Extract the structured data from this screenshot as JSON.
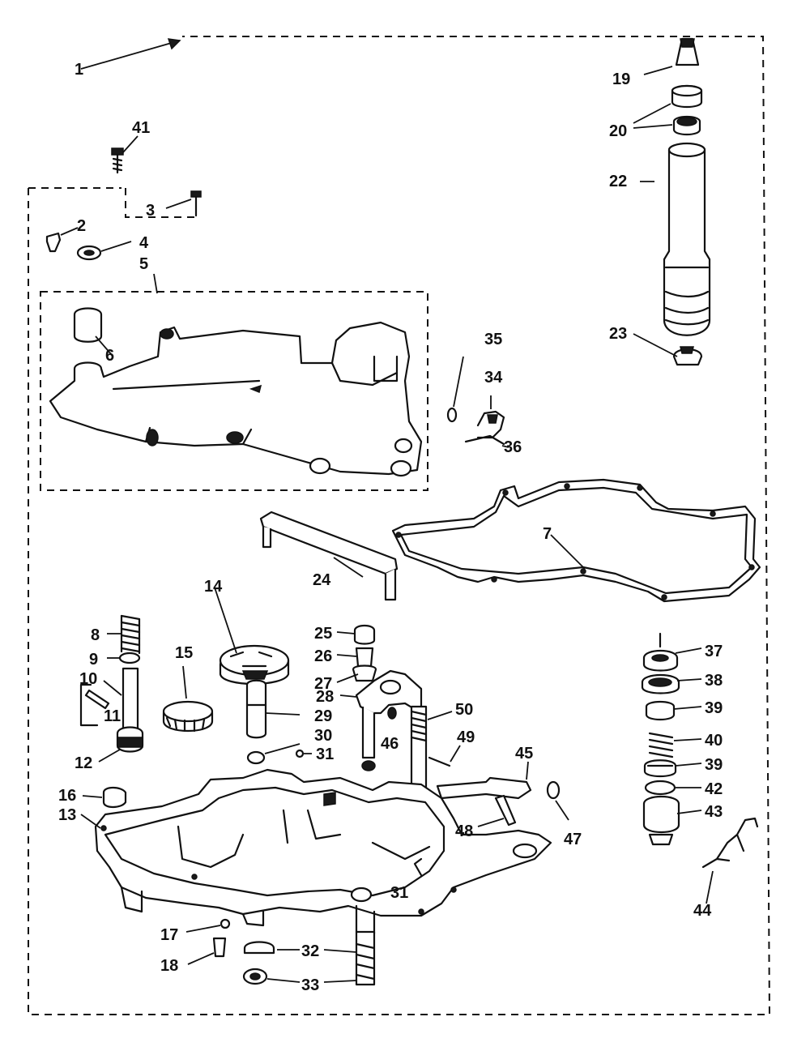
{
  "diagram": {
    "kind": "exploded parts diagram",
    "colors": {
      "ink": "#111111",
      "paper": "#ffffff"
    },
    "callouts": [
      "1",
      "2",
      "3",
      "4",
      "5",
      "6",
      "7",
      "8",
      "9",
      "10",
      "11",
      "12",
      "13",
      "14",
      "15",
      "16",
      "17",
      "18",
      "19",
      "20",
      "22",
      "23",
      "24",
      "25",
      "26",
      "27",
      "28",
      "29",
      "30",
      "31",
      "31",
      "32",
      "33",
      "34",
      "35",
      "36",
      "37",
      "38",
      "39",
      "40",
      "39",
      "42",
      "43",
      "44",
      "45",
      "46",
      "47",
      "48",
      "49",
      "50",
      "41"
    ]
  }
}
